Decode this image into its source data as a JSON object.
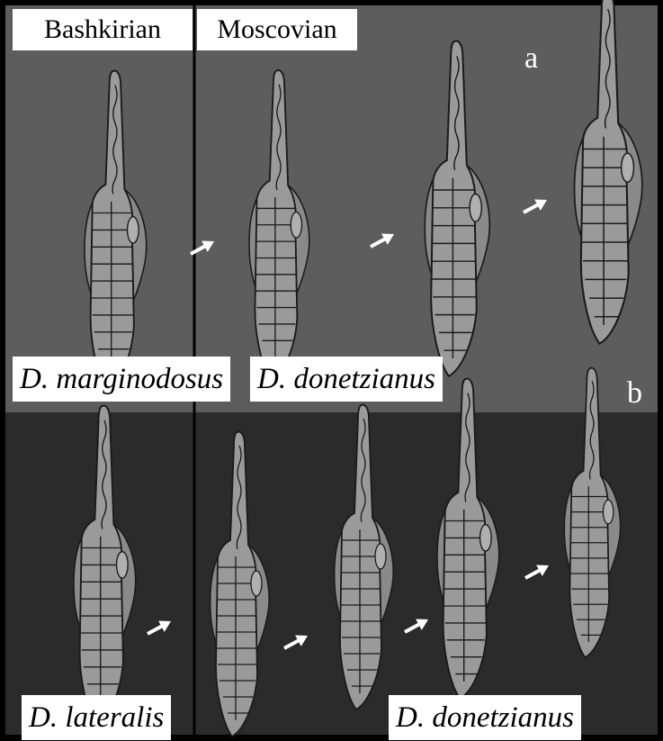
{
  "periods": {
    "left": "Bashkirian",
    "right": "Moscovian"
  },
  "panels": {
    "a": {
      "letter": "a",
      "species_left": "D. marginodosus",
      "species_right": "D. donetzianus"
    },
    "b": {
      "letter": "b",
      "species_left": "D. lateralis",
      "species_right": "D. donetzianus"
    }
  },
  "colors": {
    "panel_a_bg": "#5d5d5d",
    "panel_b_bg": "#2b2b2b",
    "element_fill": "#9a9a9a",
    "platform_fill": "#8a8a8a",
    "outline": "#1a1a1a",
    "arrow": "#ffffff",
    "label_bg": "#ffffff"
  }
}
